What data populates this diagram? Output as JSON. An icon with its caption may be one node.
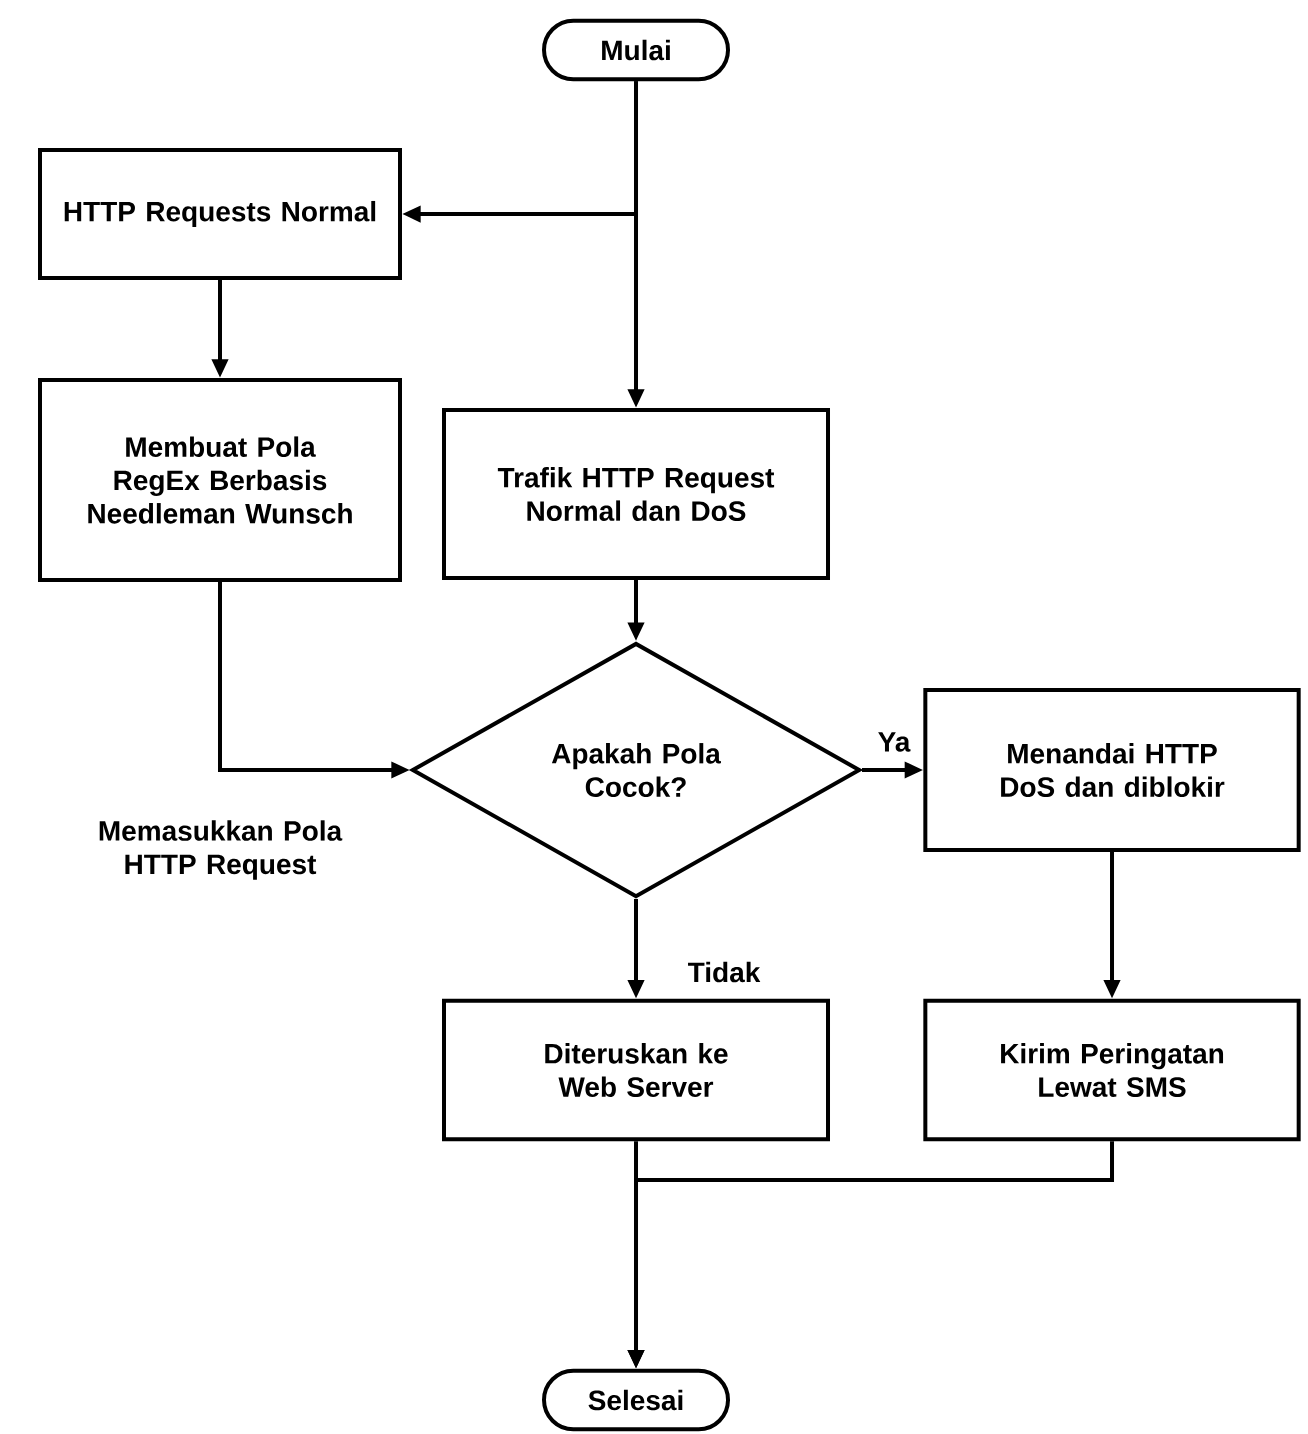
{
  "diagram": {
    "nodes": [
      {
        "text": [
          "Mulai"
        ]
      },
      {
        "text": [
          "HTTP Requests Normal"
        ]
      },
      {
        "text": [
          "Membuat Pola RegEx Berbasis Needleman Wunsch"
        ]
      },
      {
        "text": [
          "Trafik HTTP Request Normal dan DoS"
        ]
      },
      {
        "text": [
          "Apakah Pola Cocok?"
        ]
      },
      {
        "text": [
          "Menandai HTTP DoS dan diblokir"
        ]
      },
      {
        "text": [
          "Diteruskan ke Web Server"
        ]
      },
      {
        "text": [
          "Kirim Peringatan Lewat SMS"
        ]
      },
      {
        "text": [
          "Selesai"
        ]
      }
    ],
    "edges": [
      {
        "from": 0,
        "to": 1,
        "arrow": "to"
      },
      {
        "from": 0,
        "to": 3,
        "arrow": "to"
      },
      {
        "from": 1,
        "to": 2,
        "arrow": "to"
      },
      {
        "from": 2,
        "to": 4,
        "arrow": "to",
        "label": "Memasukkan Pola HTTP Request"
      },
      {
        "from": 3,
        "to": 4,
        "arrow": "to"
      },
      {
        "from": 4,
        "to": 5,
        "arrow": "to",
        "label": "Ya"
      },
      {
        "from": 4,
        "to": 6,
        "arrow": "to",
        "label": "Tidak"
      },
      {
        "from": 5,
        "to": 7,
        "arrow": "to"
      },
      {
        "from": 6,
        "to": 8,
        "arrow": "to"
      },
      {
        "from": 7,
        "to": 8,
        "arrow": "to"
      }
    ]
  }
}
